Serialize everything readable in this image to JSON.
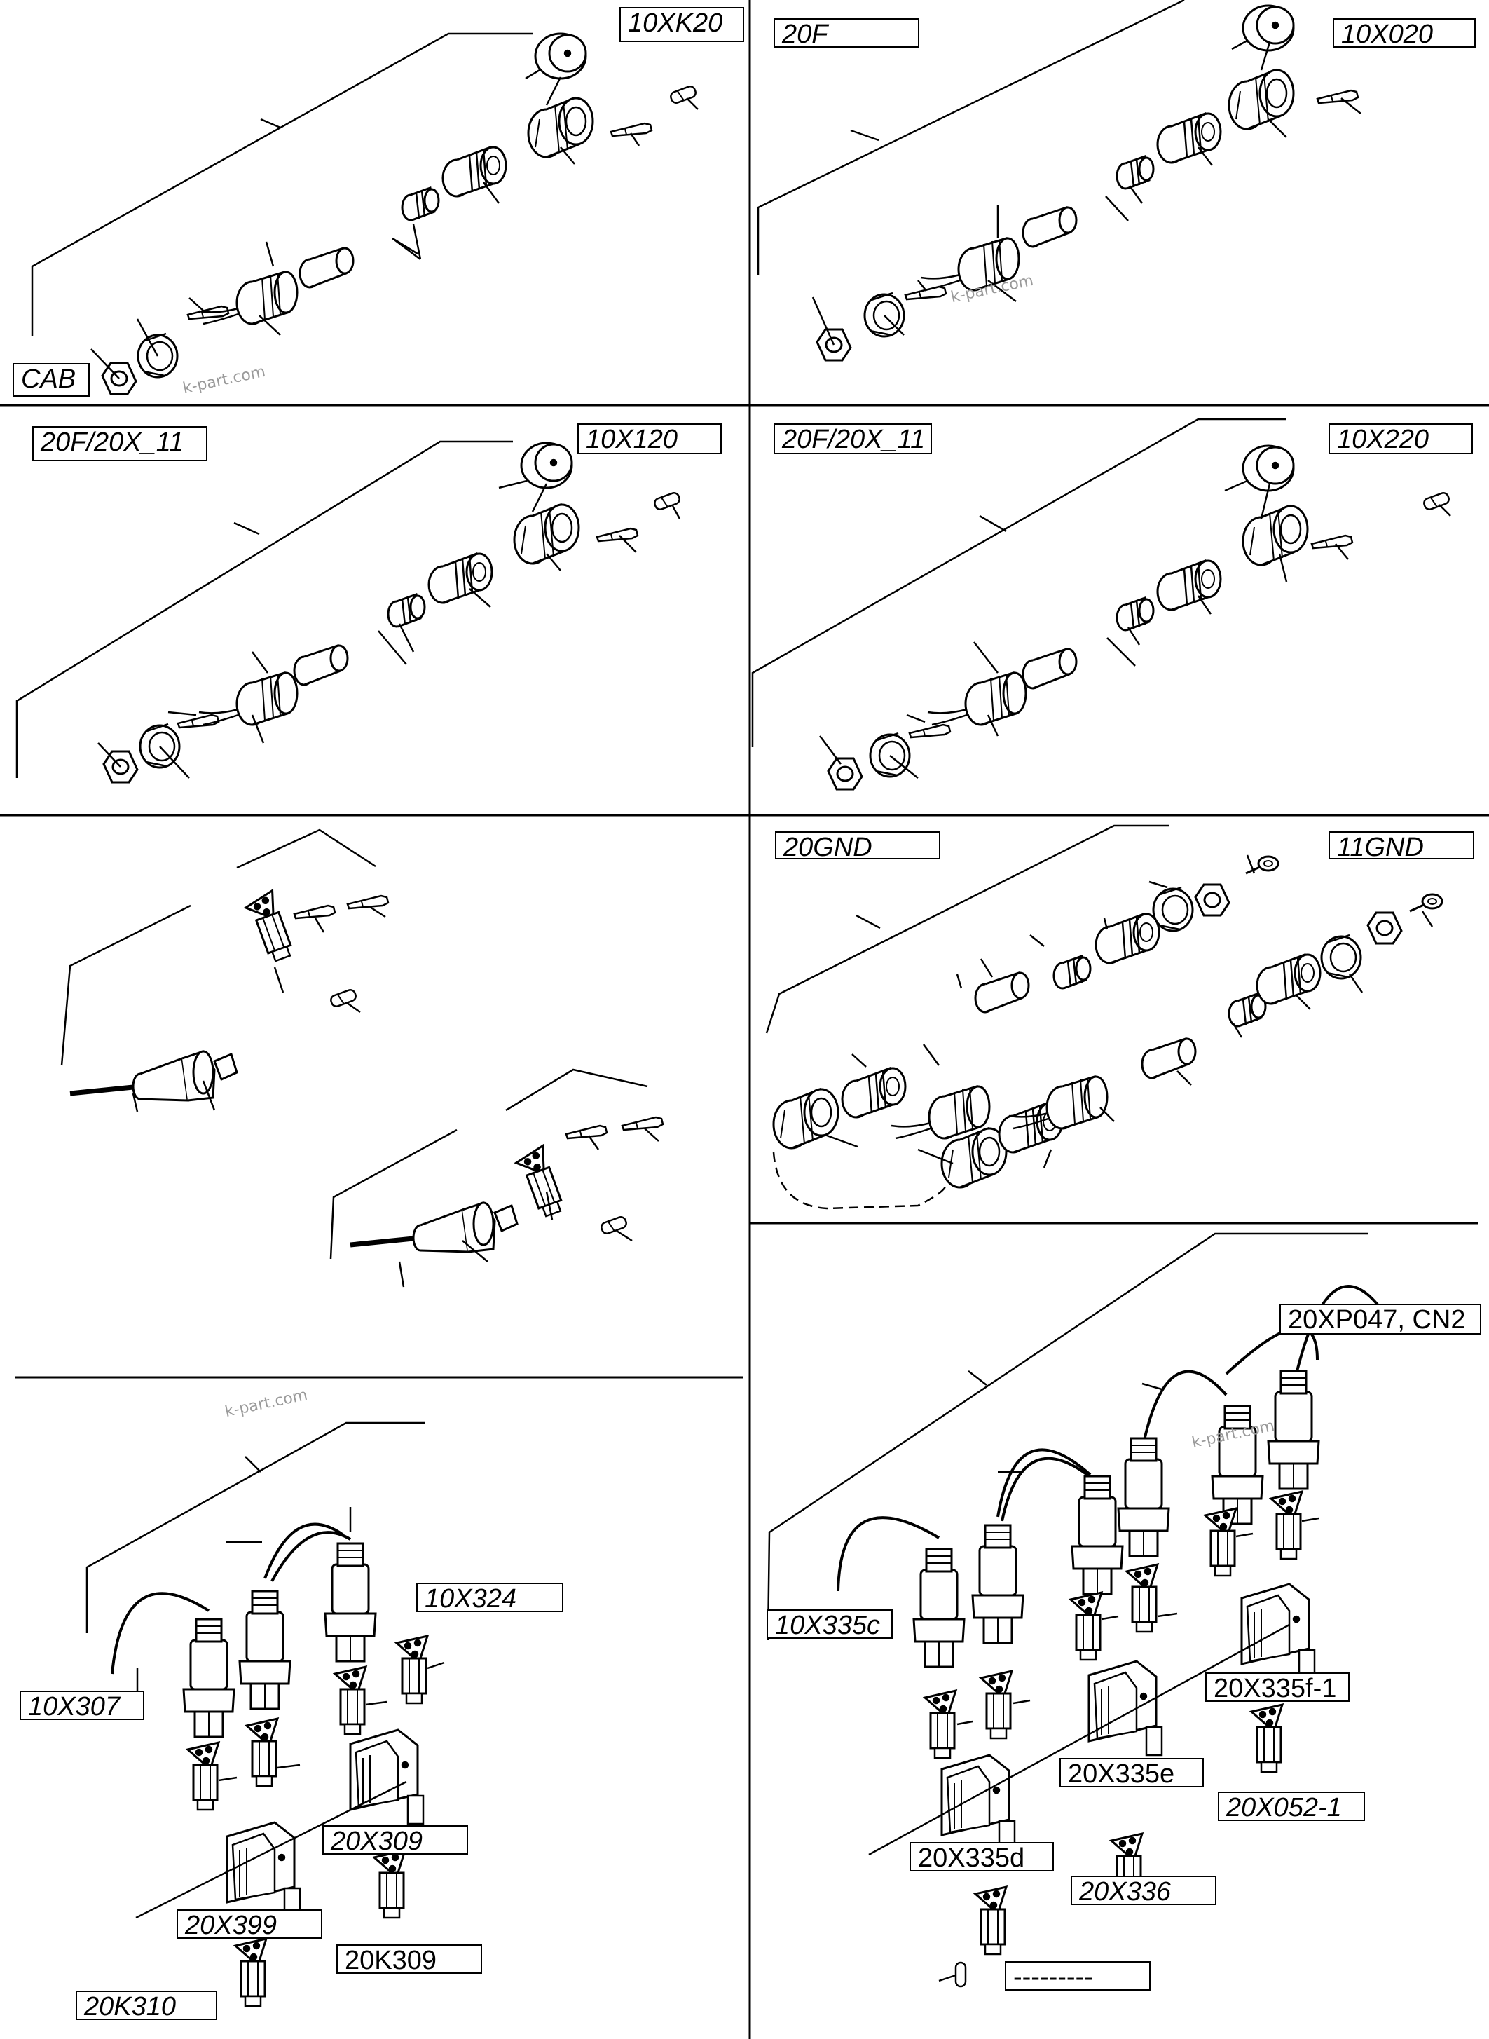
{
  "panels": [
    {
      "id": "p1",
      "labels": [
        "10XK20",
        "CAB"
      ]
    },
    {
      "id": "p2",
      "labels": [
        "20F",
        "10X020"
      ]
    },
    {
      "id": "p3",
      "labels": [
        "20F/20X_11",
        "10X120"
      ]
    },
    {
      "id": "p4",
      "labels": [
        "20F/20X_11",
        "10X220"
      ]
    },
    {
      "id": "p5",
      "labels": []
    },
    {
      "id": "p6",
      "labels": [
        "20GND",
        "11GND"
      ]
    },
    {
      "id": "p7",
      "labels": [
        "10X324",
        "10X307",
        "20X309",
        "20X399",
        "20K309",
        "20K310"
      ]
    },
    {
      "id": "p8",
      "labels": [
        "20XP047, CN2",
        "10X335c",
        "20X335f-1",
        "20X335e",
        "20X052-1",
        "20X335d",
        "20X336",
        "---------"
      ]
    }
  ],
  "watermark": "k-part.com",
  "colors": {
    "line": "#000000",
    "background": "#ffffff",
    "watermark": "#9a9a9a"
  }
}
